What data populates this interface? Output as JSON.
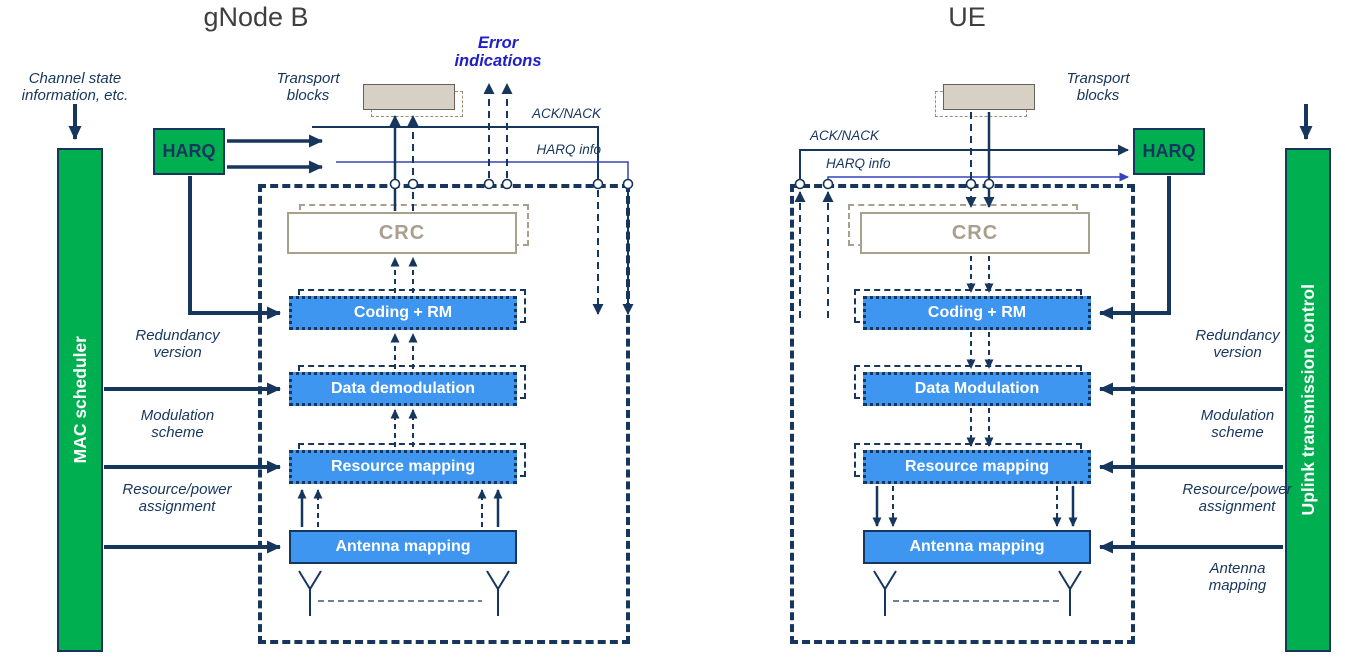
{
  "colors": {
    "green": "#00B050",
    "block_blue": "#3E96F0",
    "navy": "#17365D",
    "tan_fill": "#D7D1C5",
    "tan_border": "#A89F8D",
    "error_text_blue": "#2020C8",
    "harq_info_line_blue": "#3344BB"
  },
  "gnb": {
    "title": "gNode B",
    "channel_state_label": "Channel state\ninformation, etc.",
    "error_indications_label": "Error\nindications",
    "scheduler_label": "MAC scheduler",
    "harq_label": "HARQ",
    "transport_blocks_label": "Transport\nblocks",
    "ack_nack_label": "ACK/NACK",
    "harq_info_label": "HARQ info",
    "crc_label": "CRC",
    "blocks": [
      {
        "label": "Coding + RM"
      },
      {
        "label": "Data demodulation"
      },
      {
        "label": "Resource mapping"
      },
      {
        "label": "Antenna mapping"
      }
    ],
    "side_labels": [
      {
        "label": "Redundancy\nversion"
      },
      {
        "label": "Modulation\nscheme"
      },
      {
        "label": "Resource/power\nassignment"
      }
    ]
  },
  "ue": {
    "title": "UE",
    "control_label": "Uplink transmission control",
    "harq_label": "HARQ",
    "transport_blocks_label": "Transport\nblocks",
    "ack_nack_label": "ACK/NACK",
    "harq_info_label": "HARQ info",
    "crc_label": "CRC",
    "blocks": [
      {
        "label": "Coding + RM"
      },
      {
        "label": "Data Modulation"
      },
      {
        "label": "Resource mapping"
      },
      {
        "label": "Antenna mapping"
      }
    ],
    "side_labels": [
      {
        "label": "Redundancy\nversion"
      },
      {
        "label": "Modulation\nscheme"
      },
      {
        "label": "Resource/power\nassignment"
      },
      {
        "label": "Antenna\nmapping"
      }
    ]
  }
}
